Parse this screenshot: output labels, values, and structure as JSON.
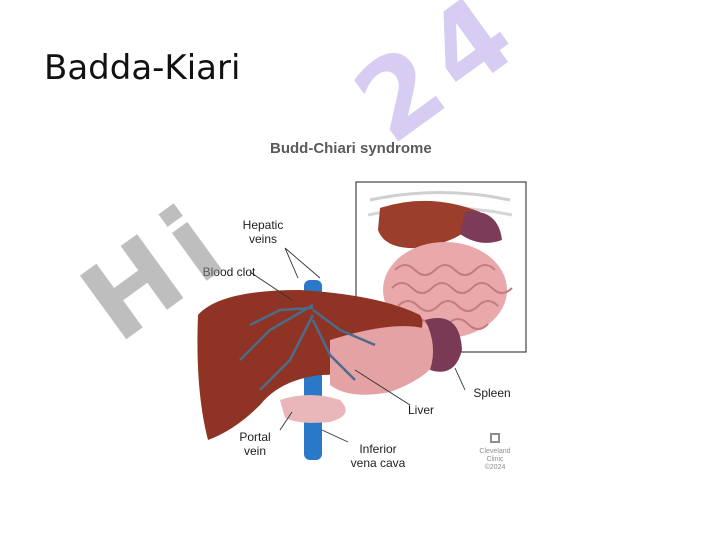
{
  "slide": {
    "title": "Badda-Kiari"
  },
  "figure": {
    "title": "Budd-Chiari syndrome",
    "labels": {
      "hepatic_veins": "Hepatic\nveins",
      "blood_clot": "Blood clot",
      "portal_vein": "Portal\nvein",
      "liver": "Liver",
      "spleen": "Spleen",
      "ivc": "Inferior\nvena cava"
    },
    "credit": {
      "org": "Cleveland\nClinic",
      "year": "©2024"
    }
  },
  "watermark": {
    "part1": "Hi",
    "part2": "24"
  },
  "colors": {
    "liver": "#8f3424",
    "ivc": "#2a78c8",
    "spleen": "#7a3a55",
    "intestine": "#e7a6a8",
    "watermark_gray": "#8a8a8a",
    "watermark_purple": "#b7a6ea"
  }
}
